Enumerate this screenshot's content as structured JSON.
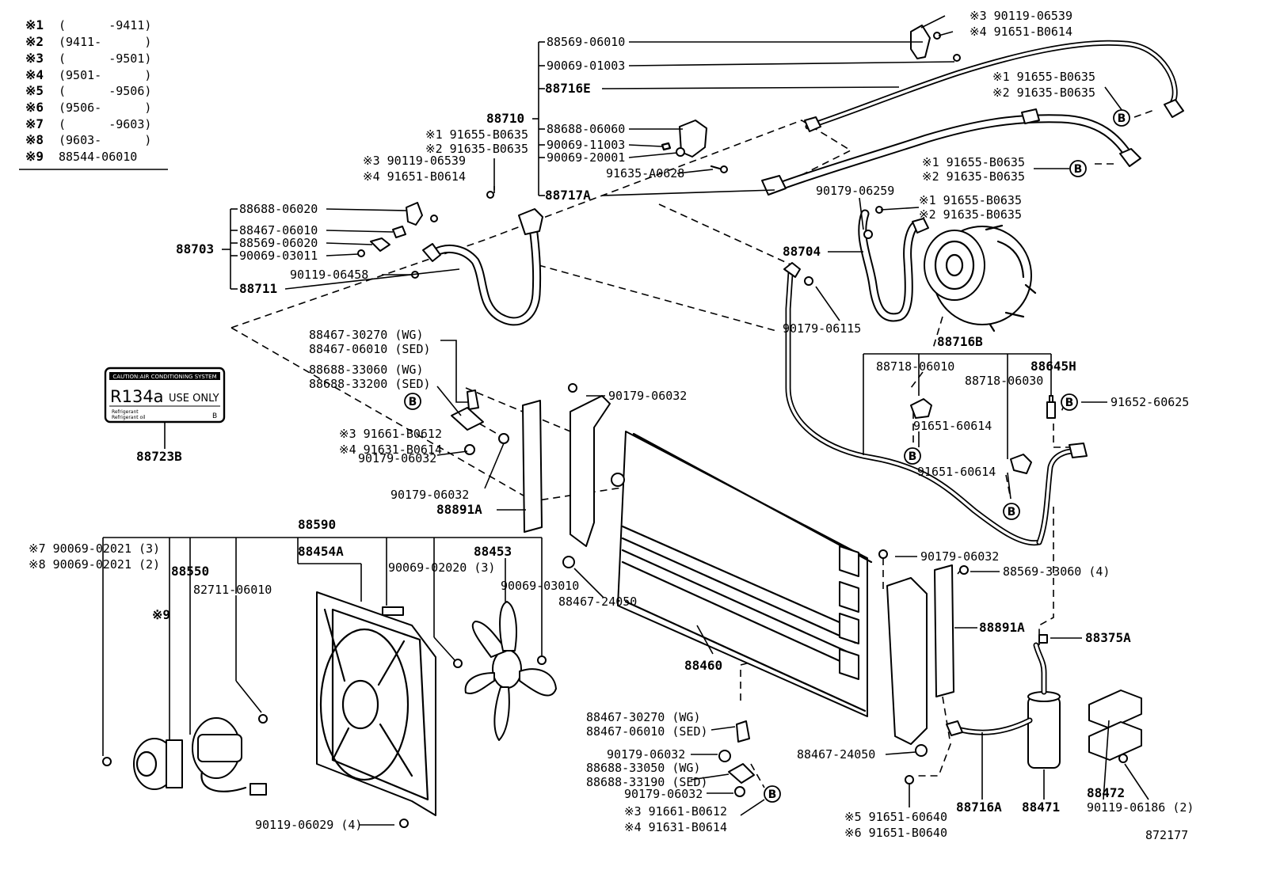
{
  "legend": [
    {
      "mark": "※1",
      "range": "(      -9411)"
    },
    {
      "mark": "※2",
      "range": "(9411-      )"
    },
    {
      "mark": "※3",
      "range": "(      -9501)"
    },
    {
      "mark": "※4",
      "range": "(9501-      )"
    },
    {
      "mark": "※5",
      "range": "(      -9506)"
    },
    {
      "mark": "※6",
      "range": "(9506-      )"
    },
    {
      "mark": "※7",
      "range": "(      -9603)"
    },
    {
      "mark": "※8",
      "range": "(9603-      )"
    },
    {
      "mark": "※9",
      "range": "88544-06010"
    }
  ],
  "decal": {
    "header": "CAUTION:AIR CONDITIONING SYSTEM",
    "refrigerant": "R134a",
    "use_only": "USE ONLY",
    "fine_print_1": "Refrigerant",
    "fine_print_2": "Refrigerant oil",
    "code": "B"
  },
  "callout_letter": "B",
  "drawing_number": "872177",
  "labels": [
    {
      "id": "l1",
      "text": "※3 90119-06539"
    },
    {
      "id": "l2",
      "text": "※4 91651-B0614"
    },
    {
      "id": "l3",
      "text": "88569-06010"
    },
    {
      "id": "l4",
      "text": "90069-01003"
    },
    {
      "id": "l5",
      "text": "88716E"
    },
    {
      "id": "l6",
      "text": "※1 91655-B0635"
    },
    {
      "id": "l7",
      "text": "※2 91635-B0635"
    },
    {
      "id": "l8",
      "text": "88710"
    },
    {
      "id": "l9",
      "text": "※1 91655-B0635"
    },
    {
      "id": "l10",
      "text": "※2 91635-B0635"
    },
    {
      "id": "l11",
      "text": "88688-06060"
    },
    {
      "id": "l12",
      "text": "90069-11003"
    },
    {
      "id": "l13",
      "text": "90069-20001"
    },
    {
      "id": "l14",
      "text": "91635-A0628"
    },
    {
      "id": "l15",
      "text": "88717A"
    },
    {
      "id": "l16",
      "text": "※3 90119-06539"
    },
    {
      "id": "l17",
      "text": "※4 91651-B0614"
    },
    {
      "id": "l18",
      "text": "※1 91655-B0635"
    },
    {
      "id": "l19",
      "text": "※2 91635-B0635"
    },
    {
      "id": "l20",
      "text": "90179-06259"
    },
    {
      "id": "l21",
      "text": "※1 91655-B0635"
    },
    {
      "id": "l22",
      "text": "※2 91635-B0635"
    },
    {
      "id": "l23",
      "text": "88688-06020"
    },
    {
      "id": "l24",
      "text": "88467-06010"
    },
    {
      "id": "l25",
      "text": "88569-06020"
    },
    {
      "id": "l26",
      "text": "90069-03011"
    },
    {
      "id": "l27",
      "text": "88703"
    },
    {
      "id": "l28",
      "text": "90119-06458"
    },
    {
      "id": "l29",
      "text": "88711"
    },
    {
      "id": "l30",
      "text": "88704"
    },
    {
      "id": "l31",
      "text": "90179-06115"
    },
    {
      "id": "l32",
      "text": "88716B"
    },
    {
      "id": "l33",
      "text": "88718-06010"
    },
    {
      "id": "l34",
      "text": "88645H"
    },
    {
      "id": "l35",
      "text": "88718-06030"
    },
    {
      "id": "l36",
      "text": "91652-60625"
    },
    {
      "id": "l37",
      "text": "88467-30270 (WG)"
    },
    {
      "id": "l38",
      "text": "88467-06010 (SED)"
    },
    {
      "id": "l39",
      "text": "88688-33060 (WG)"
    },
    {
      "id": "l40",
      "text": "88688-33200 (SED)"
    },
    {
      "id": "l41",
      "text": "90179-06032"
    },
    {
      "id": "l42",
      "text": "※3 91661-B0612"
    },
    {
      "id": "l43",
      "text": "※4 91631-B0614"
    },
    {
      "id": "l44",
      "text": "90179-06032"
    },
    {
      "id": "l45",
      "text": "90179-06032"
    },
    {
      "id": "l46",
      "text": "88891A"
    },
    {
      "id": "l47",
      "text": "91651-60614"
    },
    {
      "id": "l48",
      "text": "91651-60614"
    },
    {
      "id": "l49",
      "text": "88723B"
    },
    {
      "id": "l50",
      "text": "88590"
    },
    {
      "id": "l51",
      "text": "※7 90069-02021 (3)"
    },
    {
      "id": "l52",
      "text": "※8 90069-02021 (2)"
    },
    {
      "id": "l53",
      "text": "88454A"
    },
    {
      "id": "l54",
      "text": "88550"
    },
    {
      "id": "l55",
      "text": "82711-06010"
    },
    {
      "id": "l56",
      "text": "90069-02020 (3)"
    },
    {
      "id": "l57",
      "text": "88453"
    },
    {
      "id": "l58",
      "text": "90069-03010"
    },
    {
      "id": "l59",
      "text": "88467-24050"
    },
    {
      "id": "l60",
      "text": "※9"
    },
    {
      "id": "l61",
      "text": "90179-06032"
    },
    {
      "id": "l62",
      "text": "88569-33060 (4)"
    },
    {
      "id": "l63",
      "text": "88891A"
    },
    {
      "id": "l64",
      "text": "88375A"
    },
    {
      "id": "l65",
      "text": "88460"
    },
    {
      "id": "l66",
      "text": "88467-30270 (WG)"
    },
    {
      "id": "l67",
      "text": "88467-06010 (SED)"
    },
    {
      "id": "l68",
      "text": "90179-06032"
    },
    {
      "id": "l69",
      "text": "88688-33050 (WG)"
    },
    {
      "id": "l70",
      "text": "88688-33190 (SED)"
    },
    {
      "id": "l71",
      "text": "90179-06032"
    },
    {
      "id": "l72",
      "text": "※3 91661-B0612"
    },
    {
      "id": "l73",
      "text": "※4 91631-B0614"
    },
    {
      "id": "l74",
      "text": "88467-24050"
    },
    {
      "id": "l75",
      "text": "88472"
    },
    {
      "id": "l76",
      "text": "90119-06186 (2)"
    },
    {
      "id": "l77",
      "text": "88716A"
    },
    {
      "id": "l78",
      "text": "88471"
    },
    {
      "id": "l79",
      "text": "※5 91651-60640"
    },
    {
      "id": "l80",
      "text": "※6 91651-B0640"
    },
    {
      "id": "l81",
      "text": "90119-06029 (4)"
    }
  ]
}
